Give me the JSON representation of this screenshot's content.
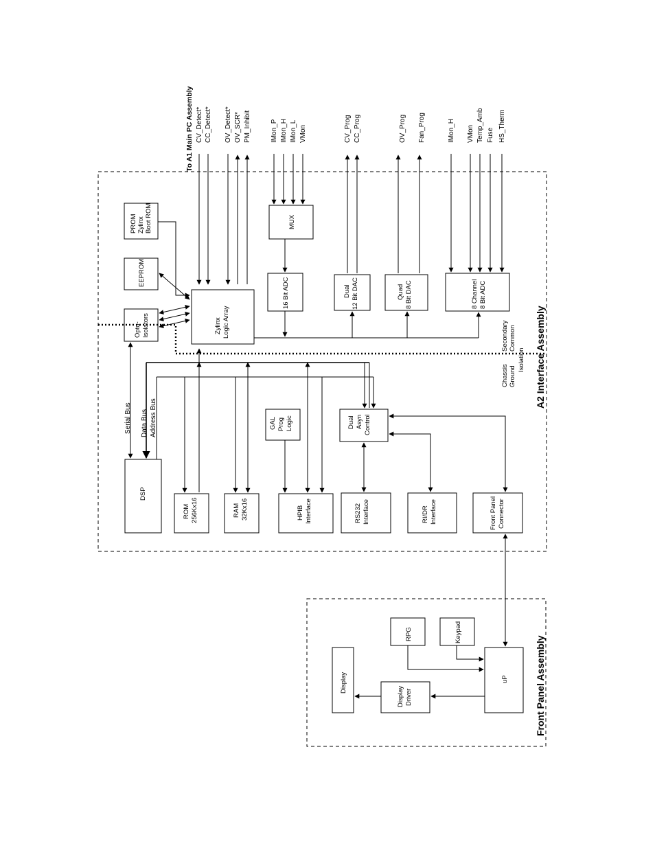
{
  "title_a2": "A2 Interface Assembly",
  "title_front": "Front Panel Assembly",
  "header_a1": "To A1 Main PC Assembly",
  "blocks": {
    "prom": [
      "PROM",
      "Zylinx",
      "Boot ROM"
    ],
    "eeprom": [
      "EEPROM"
    ],
    "opto": [
      "Opto-",
      "Isolators"
    ],
    "zylinx": [
      "Zylinx",
      "Logic Array"
    ],
    "mux": [
      "MUX"
    ],
    "adc16": [
      "16 Bit ADC"
    ],
    "dac12": [
      "Dual",
      "12 Bit DAC"
    ],
    "dac8": [
      "Quad",
      "8 Bit DAC"
    ],
    "adc8": [
      "8 Channel",
      "8 Bit ADC"
    ],
    "dsp": [
      "DSP"
    ],
    "rom": [
      "ROM",
      "256Kx16"
    ],
    "ram": [
      "RAM",
      "32Kx16"
    ],
    "hpib": [
      "HPIB",
      "Interface"
    ],
    "gal": [
      "GAL",
      "Prog",
      "Logic"
    ],
    "asyn": [
      "Dual",
      "Asyn",
      "Control"
    ],
    "rs232": [
      "RS232",
      "Interface"
    ],
    "ridr": [
      "RI/DR",
      "Interface"
    ],
    "fpconn": [
      "Front Panel",
      "Connector"
    ],
    "display": [
      "Display"
    ],
    "driver": [
      "Display",
      "Driver"
    ],
    "rpg": [
      "RPG"
    ],
    "keypad": [
      "Keypad"
    ],
    "up": [
      "uP"
    ]
  },
  "buses": {
    "serial": "Serial Bus",
    "data": "Data Bus",
    "address": "Address Bus"
  },
  "isolation": [
    "Chassis",
    "Ground",
    "Secondary",
    "Common",
    "Isolation"
  ],
  "signals": {
    "cv_detect": "CV_Detect*",
    "cc_detect": "CC_Detect*",
    "ov_detect": "OV_Detect*",
    "ov_scr": "OV_SCR*",
    "pm_inhibit": "PM_Inhibit",
    "imon_p": "IMon_P",
    "imon_h": "IMon_H",
    "imon_l": "IMon_L",
    "vmon": "VMon",
    "cv_prog": "CV_Prog",
    "cc_prog": "CC_Prog",
    "ov_prog": "OV_Prog",
    "fan_prog": "Fan_Prog",
    "imon_h2": "IMon_H",
    "vmon2": "VMon",
    "temp_amb": "Temp_Amb",
    "fuse": "Fuse",
    "hs_therm": "HS_Therm"
  }
}
